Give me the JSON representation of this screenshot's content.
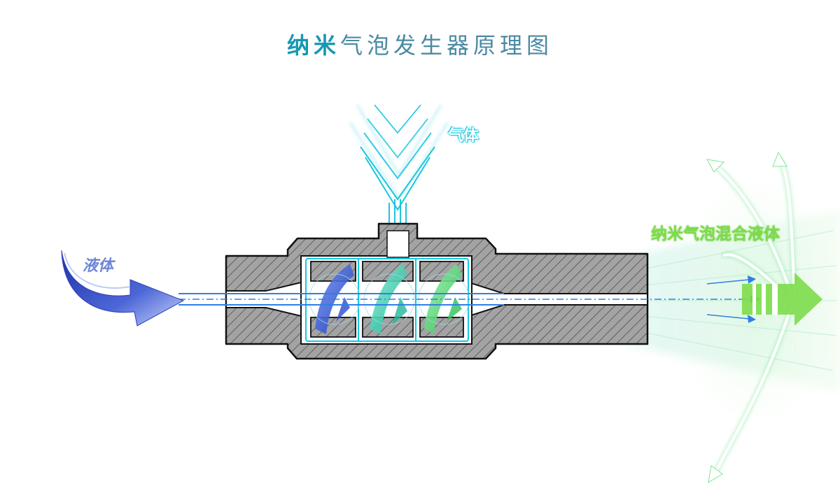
{
  "title": {
    "highlight": "纳米",
    "rest": "气泡发生器原理图"
  },
  "labels": {
    "liquid": "液体",
    "gas": "气体",
    "output": "纳米气泡混合液体"
  },
  "colors": {
    "title_highlight": "#1597b3",
    "title_text": "#4a8aa3",
    "body_fill": "#9a9a9a",
    "gas_stream": "#19c7e0",
    "liquid_arrow": "#3a4fc0",
    "output_green": "#7ddc4a",
    "flow_line": "#2f7fe6"
  },
  "icons": {
    "input_arrow": "curved-arrow-icon",
    "gas_arrow": "chevron-down-icon",
    "output_arrow": "right-arrow-icon"
  }
}
